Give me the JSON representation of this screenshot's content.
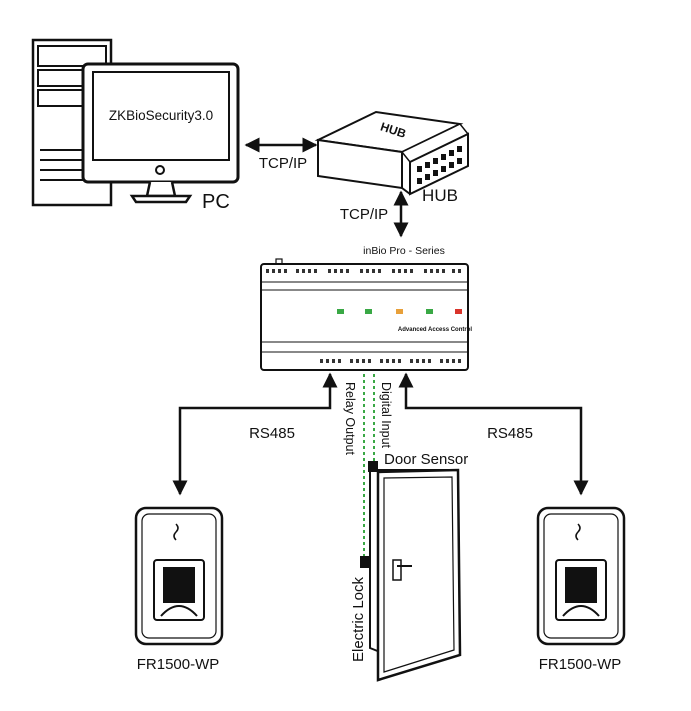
{
  "pc": {
    "screen_text": "ZKBioSecurity3.0",
    "label": "PC"
  },
  "hub": {
    "device_text": "HUB",
    "label": "HUB"
  },
  "links": {
    "pc_hub": "TCP/IP",
    "hub_controller": "TCP/IP",
    "left_reader": "RS485",
    "right_reader": "RS485"
  },
  "controller": {
    "series_label": "inBio Pro - Series",
    "brand_text": "Advanced Access Control"
  },
  "io": {
    "relay_output": "Relay Output",
    "digital_input": "Digital Input",
    "door_sensor": "Door Sensor",
    "electric_lock": "Electric Lock"
  },
  "readers": {
    "left_label": "FR1500-WP",
    "right_label": "FR1500-WP"
  },
  "colors": {
    "line": "#111111",
    "signal": "#3aa845",
    "led_green": "#39a845",
    "led_orange": "#e8a03a",
    "led_red": "#d9342b"
  }
}
